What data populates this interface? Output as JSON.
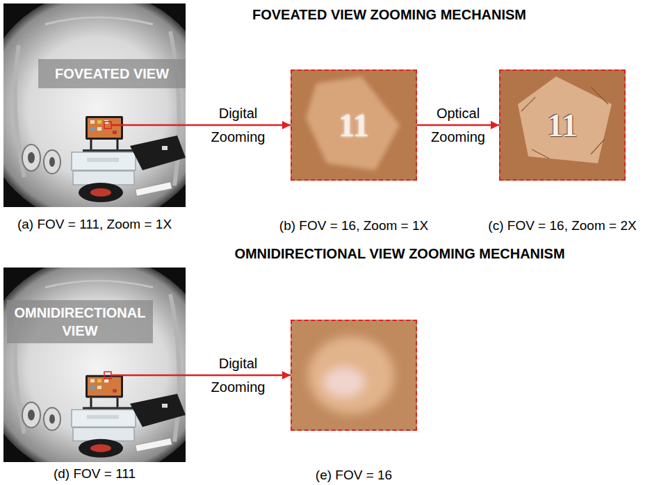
{
  "diagram": {
    "title": "FOVEATED VIEW ZOOMING MECHANISM",
    "nodes": [
      {
        "text": [
          "FOVEATED VIEW",
          "(a) FOV = 111, Zoom = 1X"
        ]
      },
      {
        "text": [
          "11",
          "(b) FOV = 16, Zoom = 1X"
        ]
      },
      {
        "text": [
          "11",
          "(c) FOV = 16, Zoom = 2X"
        ]
      },
      {
        "text": [
          "OMNIDIRECTIONAL VIEW",
          "(d) FOV = 111"
        ]
      },
      {
        "text": [
          "(e) FOV = 16"
        ]
      }
    ],
    "edges": [
      {
        "from": 0,
        "to": 1,
        "arrow": "to",
        "label": "Digital Zooming"
      },
      {
        "from": 1,
        "to": 2,
        "arrow": "to",
        "label": "Optical Zooming"
      },
      {
        "from": 3,
        "to": 4,
        "arrow": "to",
        "label": "Digital Zooming"
      }
    ],
    "labels": [
      "OMNIDIRECTIONAL VIEW ZOOMING MECHANISM"
    ]
  }
}
